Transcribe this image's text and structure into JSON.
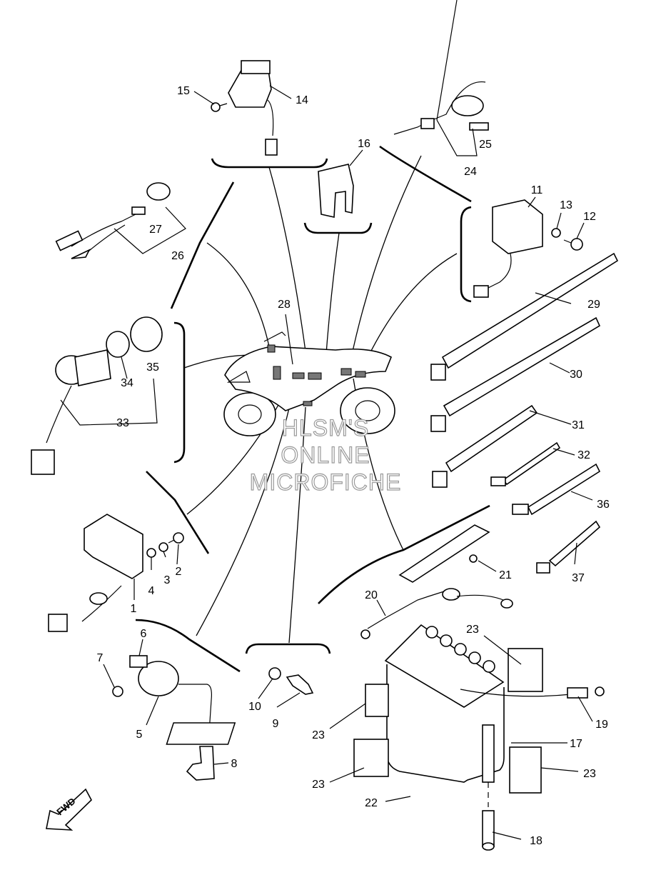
{
  "diagram": {
    "callouts": [
      "1",
      "2",
      "3",
      "4",
      "5",
      "6",
      "7",
      "8",
      "9",
      "10",
      "11",
      "12",
      "13",
      "14",
      "15",
      "16",
      "17",
      "18",
      "19",
      "20",
      "21",
      "22",
      "23",
      "24",
      "25",
      "26",
      "27",
      "28",
      "29",
      "30",
      "31",
      "32",
      "33",
      "34",
      "35",
      "36",
      "37"
    ],
    "repeated_label_23": "23",
    "watermark": [
      "HLSM'S",
      "ONLINE",
      "MICROFICHE"
    ],
    "direction_badge": "FWD"
  }
}
